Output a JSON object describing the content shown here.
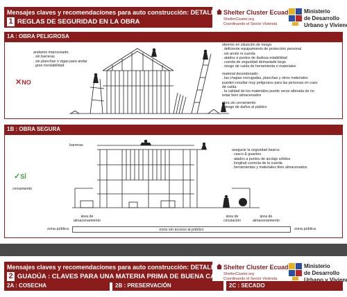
{
  "page1": {
    "header": {
      "line1": "Mensajes claves y recomendaciones para auto construcción: DETALLES",
      "number": "1",
      "line2": "REGLAS DE SEGURIDAD EN LA OBRA"
    },
    "shelter": {
      "name": "Shelter Cluster Ecuador",
      "site": "ShelterCluster.org",
      "tagline": "Coordinando el Sector Vivienda"
    },
    "ministry": {
      "l1": "Ministerio",
      "l2": "de Desarrollo",
      "l3": "Urbano y Vivienda"
    },
    "section_a": {
      "title": "1A : OBRA PELIGROSA",
      "verdict": "NO",
      "left_note": [
        "andamio improvisado:",
        ". sin barreras",
        ". sin planchas o vigas para andar",
        ". gran inestabilidad"
      ],
      "right_note1": [
        "obreros en situación de riesgo:",
        ". deficiente equipamiento de protección personal",
        ". sin arnés ni cuerda",
        ". atados a puntos de dudosa estabilidad",
        ". cuerda de seguridad demasiado larga",
        ". riesgo de caída de herramienta o materiales"
      ],
      "right_note2": [
        "material desordenado:",
        ". las chapas corrugadas, planchas y otros materiales",
        "  pueden resultar muy peligrosos para las personas en caso",
        "  de caída",
        ". la calidad de los materiales puede verse alterada de no",
        "  estar bien almacenados"
      ],
      "right_note3": [
        "obra sin cerramiento:",
        ". riesgo de daños al público"
      ]
    },
    "section_b": {
      "title": "1B : OBRA SEGURA",
      "verdict": "SÍ",
      "barreras": "barreras",
      "cerramiento": "cerramiento",
      "right_note": [
        "asegurar la seguridad basica:",
        ". casco & guantes",
        ". atados a puntos de anclaje sólidos",
        ". longitud correcta de la cuerda",
        ". herramientas y materiales bien almacenados"
      ],
      "area1": [
        "área de",
        "almacenamiento"
      ],
      "area2": [
        "área de",
        "circulación"
      ],
      "area3": [
        "área de",
        "almacenamiento"
      ],
      "zona_publica_left": "zona pública",
      "zona_publica_right": "zona pública",
      "zona_sin_acceso": "zona sin acceso al público"
    }
  },
  "page2": {
    "header": {
      "line1": "Mensajes claves y recomendaciones para auto construcción: DETALLES",
      "number": "2",
      "line2": "GUADÚA : CLAVES PARA UNA MATERIA PRIMA DE BUENA CALIDAD"
    },
    "shelter": {
      "name": "Shelter Cluster Ecuador",
      "site": "ShelterCluster.org",
      "tagline": "Coordinando el Sector Vivienda"
    },
    "ministry": {
      "l1": "Ministerio",
      "l2": "de Desarrollo",
      "l3": "Urbano y Vivienda"
    },
    "columns": [
      "2A : COSECHA",
      "2B : PRESERVACIÓN",
      "2C : SECADO"
    ]
  },
  "colors": {
    "brand": "#8a1c1c",
    "no": "#b8262a",
    "si": "#3a9c3a"
  }
}
